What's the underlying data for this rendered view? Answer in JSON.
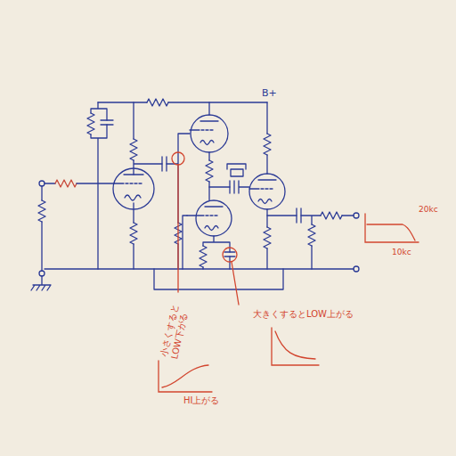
{
  "diagram": {
    "labels": [
      "B+",
      "小さくすると LOW下がる",
      "HI上がる",
      "大きくするとLOW上がる",
      "20kc",
      "10kc"
    ]
  }
}
